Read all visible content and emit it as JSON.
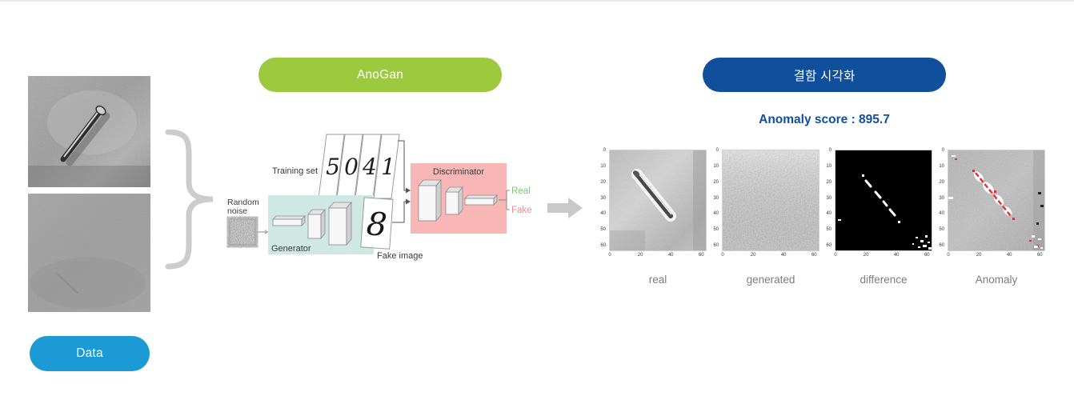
{
  "data_section": {
    "button_label": "Data",
    "images": [
      {
        "name": "defect-sample"
      },
      {
        "name": "normal-sample"
      }
    ]
  },
  "anogan_section": {
    "button_label": "AnoGan",
    "training_set_label": "Training set",
    "training_digits": [
      "5",
      "0",
      "4",
      "1"
    ],
    "random_noise_line1": "Random",
    "random_noise_line2": "noise",
    "generator_label": "Generator",
    "fake_digit": "8",
    "fake_image_label": "Fake image",
    "discriminator_label": "Discriminator",
    "output_real_label": "Real",
    "output_fake_label": "Fake"
  },
  "result_section": {
    "button_label": "결함 시각화",
    "anomaly_score_label": "Anomaly score : 895.7",
    "plots": [
      {
        "label": "real"
      },
      {
        "label": "generated"
      },
      {
        "label": "difference"
      },
      {
        "label": "Anomaly"
      }
    ],
    "axis": {
      "y_ticks": [
        "0",
        "10",
        "20",
        "30",
        "40",
        "50",
        "60"
      ],
      "x_ticks": [
        "0",
        "20",
        "40",
        "60"
      ]
    }
  },
  "colors": {
    "data_button": "#1b9ad6",
    "anogan_button": "#9cc93e",
    "result_button": "#0f4f9c",
    "score_text": "#0f4f9c",
    "arrow_gray": "#c9c9c9",
    "brace_gray": "#cccccc",
    "generator_box": "#cfe8e4",
    "discriminator_box": "#f9b6b6",
    "real_text": "#82c482",
    "fake_text": "#ef8a8a",
    "plot_label_text": "#7c7c7c"
  }
}
